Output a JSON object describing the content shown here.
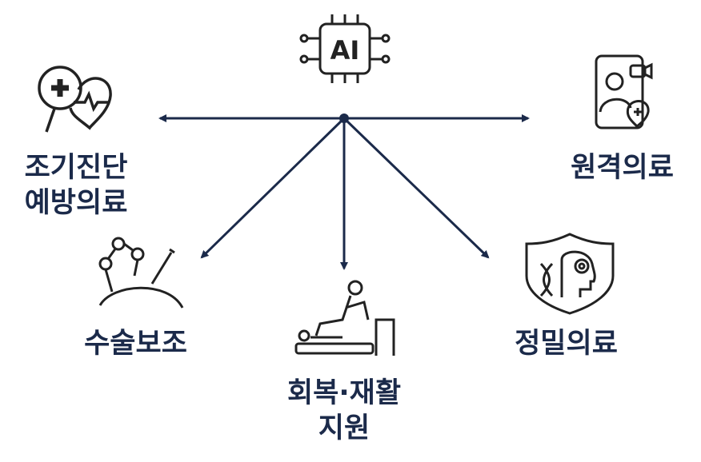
{
  "center": {
    "label": "AI",
    "icon": "ai-chip-icon"
  },
  "nodes": [
    {
      "id": "early-diagnosis",
      "lines": [
        "조기진단",
        "예방의료"
      ],
      "icon": "magnifier-heart-icon"
    },
    {
      "id": "telemedicine",
      "lines": [
        "원격의료"
      ],
      "icon": "phone-doctor-icon"
    },
    {
      "id": "surgical-assist",
      "lines": [
        "수술보조"
      ],
      "icon": "robot-arm-icon"
    },
    {
      "id": "rehab-support",
      "lines": [
        "회복·재활",
        "지원"
      ],
      "icon": "physiotherapy-icon"
    },
    {
      "id": "precision-medicine",
      "lines": [
        "정밀의료"
      ],
      "icon": "dna-shield-icon"
    }
  ],
  "colors": {
    "line": "#1b2a4a",
    "text": "#1b2a4a"
  }
}
